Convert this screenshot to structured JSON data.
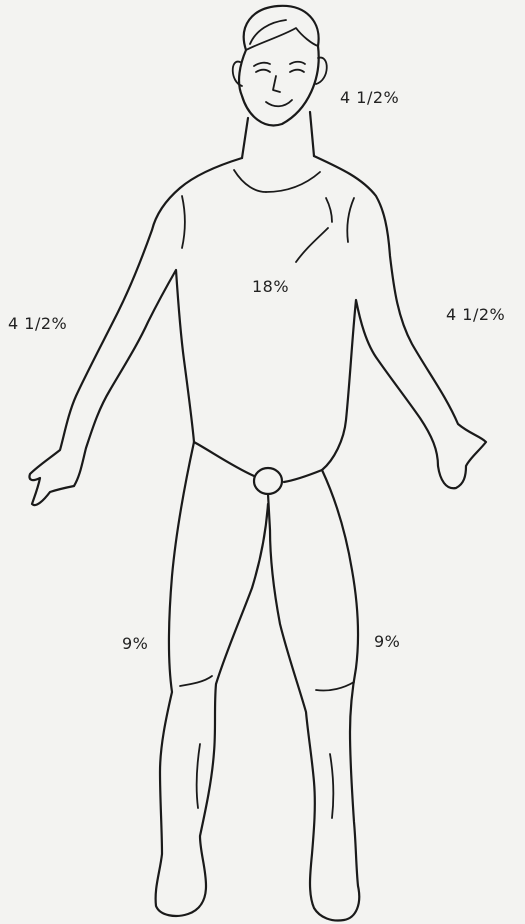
{
  "regions": {
    "head": "4 1/2%",
    "trunk": "18%",
    "right_arm": "4 1/2%",
    "left_arm": "4 1/2%",
    "right_leg": "9%",
    "left_leg": "9%"
  }
}
